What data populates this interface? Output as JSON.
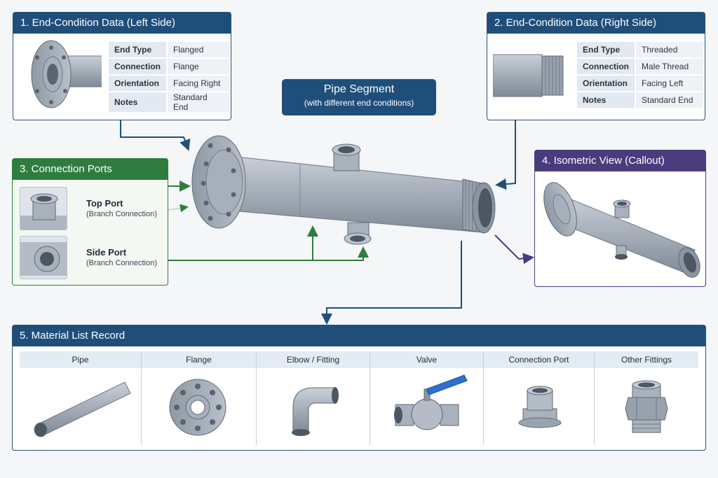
{
  "left_panel": {
    "title": "1. End-Condition Data (Left Side)",
    "rows": [
      {
        "key": "End Type",
        "value": "Flanged"
      },
      {
        "key": "Connection",
        "value": "Flange"
      },
      {
        "key": "Orientation",
        "value": "Facing Right"
      },
      {
        "key": "Notes",
        "value": "Standard End"
      }
    ]
  },
  "right_panel": {
    "title": "2. End-Condition Data (Right Side)",
    "rows": [
      {
        "key": "End Type",
        "value": "Threaded"
      },
      {
        "key": "Connection",
        "value": "Male Thread"
      },
      {
        "key": "Orientation",
        "value": "Facing Left"
      },
      {
        "key": "Notes",
        "value": "Standard End"
      }
    ]
  },
  "center": {
    "title": "Pipe Segment",
    "subtitle": "(with different end conditions)"
  },
  "ports_panel": {
    "title": "3. Connection Ports",
    "ports": [
      {
        "name": "Top Port",
        "sub": "(Branch Connection)"
      },
      {
        "name": "Side Port",
        "sub": "(Branch Connection)"
      }
    ]
  },
  "iso_panel": {
    "title": "4. Isometric View (Callout)"
  },
  "materials": {
    "title": "5. Material List Record",
    "columns": [
      "Pipe",
      "Flange",
      "Elbow / Fitting",
      "Valve",
      "Connection Port",
      "Other Fittings"
    ]
  },
  "colors": {
    "blue": "#1f4e7a",
    "green": "#2e7d3e",
    "purple": "#4a3b7c",
    "valve_handle": "#2f6fd0"
  }
}
